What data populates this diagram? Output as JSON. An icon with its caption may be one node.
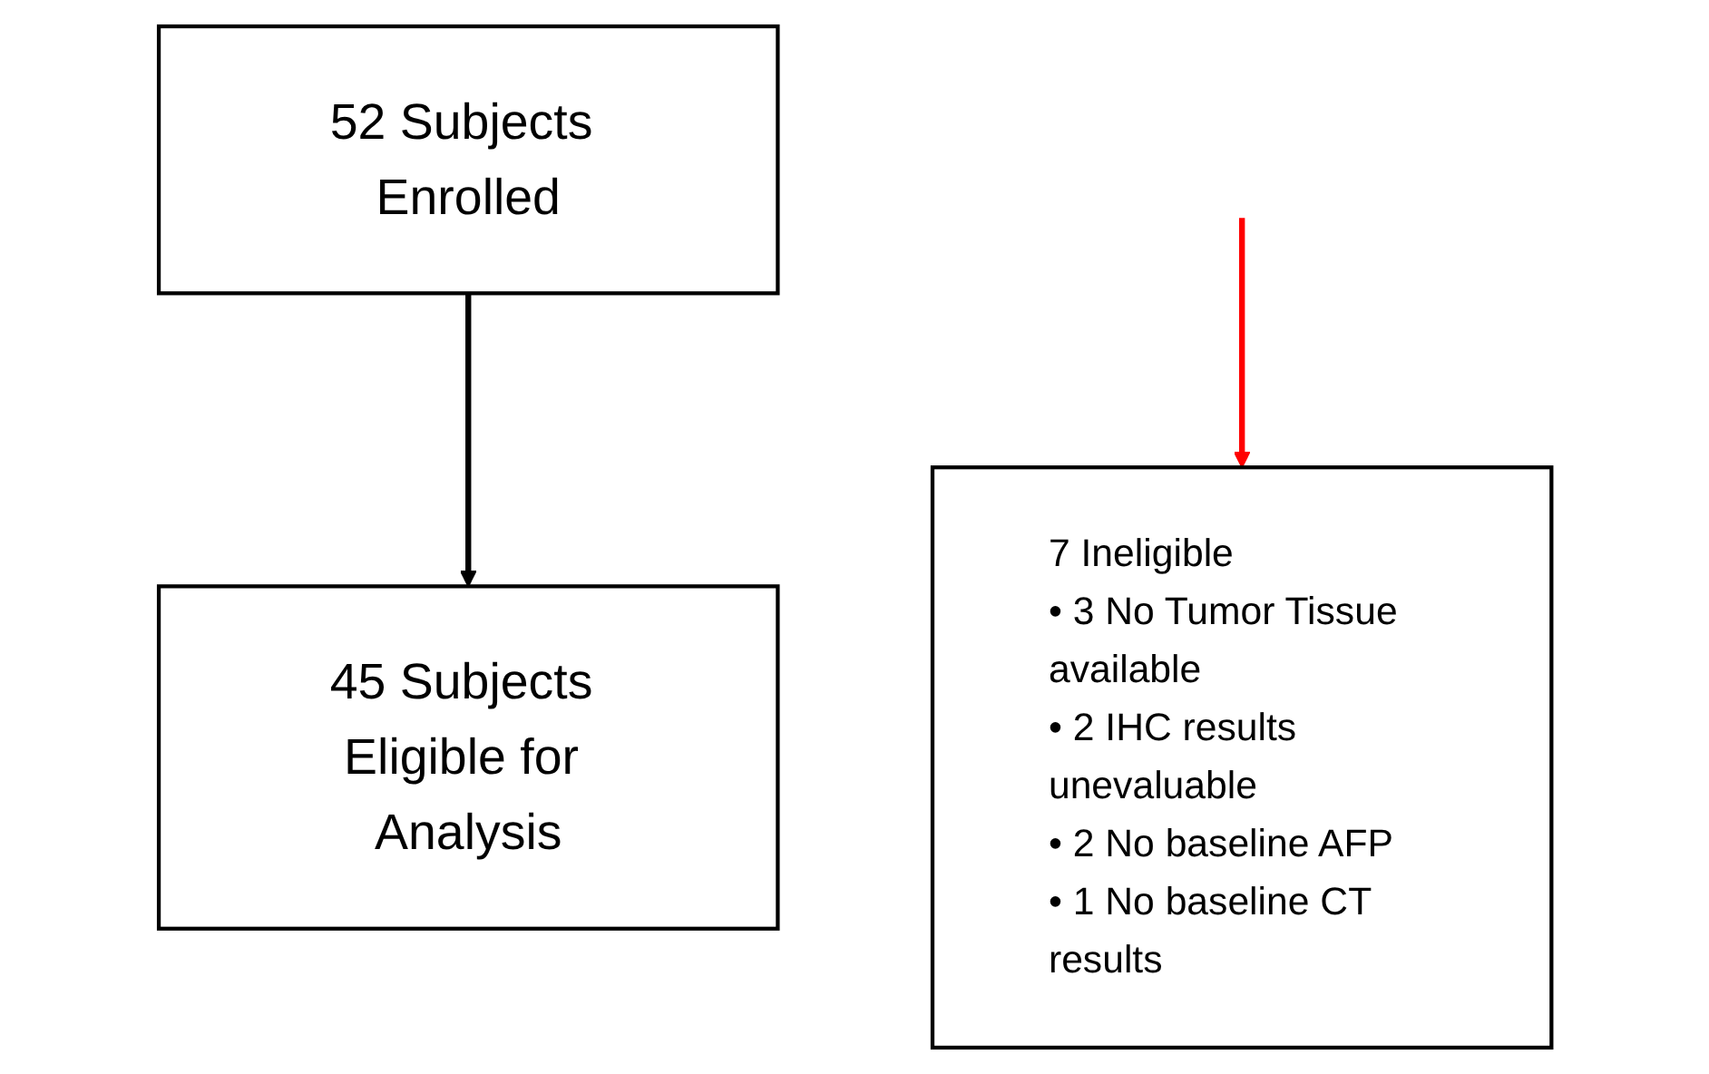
{
  "diagram": {
    "nodes": [
      {
        "text": [
          "52 Subjects Enrolled"
        ]
      },
      {
        "text": [
          "45 Subjects Eligible for Analysis"
        ]
      },
      {
        "text": [
          "7 Ineligible",
          "• 3 No Tumor Tissue available",
          "• 2 IHC results unevaluable",
          "• 2 No baseline AFP",
          "• 1 No baseline CT results"
        ]
      }
    ],
    "edges": [
      {
        "from": 0,
        "to": 1,
        "arrow": "to"
      },
      {
        "from": null,
        "to": 2,
        "arrow": "to",
        "color": "#ff0000"
      }
    ]
  }
}
